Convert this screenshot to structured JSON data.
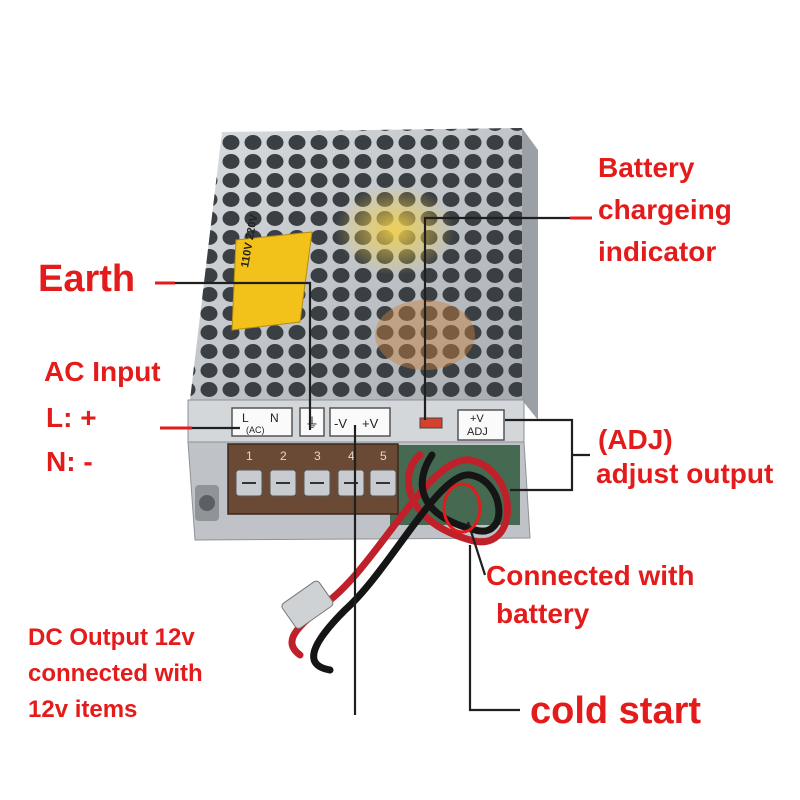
{
  "colors": {
    "annotation_red": "#e31b1b",
    "annotation_dark": "#1f1f1f",
    "chassis_silver": "#c9ccd0",
    "warning_label": "#f2c21a",
    "terminal_block": "#6a4a35"
  },
  "annotations": {
    "earth": "Earth",
    "ac_input": "AC Input",
    "ac_l": "L:  +",
    "ac_n": "N:  -",
    "battery_line1": "Battery",
    "battery_line2": "chargeing",
    "battery_line3": "indicator",
    "adj_line1": "(ADJ)",
    "adj_line2": "adjust output",
    "connected_line1": "Connected with",
    "connected_line2": "battery",
    "dc_line1": "DC Output 12v",
    "dc_line2": "connected with",
    "dc_line3": "12v items",
    "cold_start": "cold start"
  },
  "device": {
    "voltage_select_label": "110V 220V",
    "terminal_labels": [
      "L",
      "N",
      "(AC)",
      "⏚",
      "-V",
      "+V"
    ],
    "adj_label_line1": "+V",
    "adj_label_line2": "ADJ",
    "terminal_numbers": [
      "1",
      "2",
      "3",
      "4",
      "5"
    ]
  }
}
